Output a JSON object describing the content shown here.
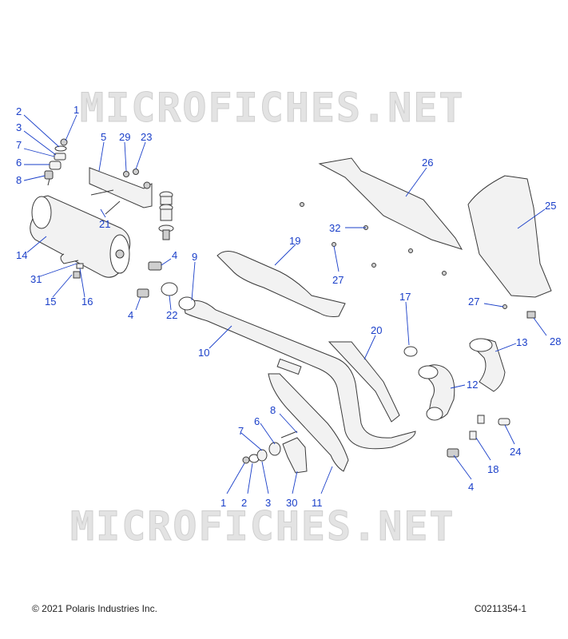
{
  "watermark": "MICROFICHES.NET",
  "footer": {
    "copyright": "© 2021 Polaris Industries Inc.",
    "drawing_number": "C0211354-1"
  },
  "callouts": [
    "1",
    "2",
    "3",
    "7",
    "6",
    "8",
    "5",
    "29",
    "23",
    "21",
    "14",
    "31",
    "15",
    "16",
    "4",
    "4",
    "22",
    "9",
    "10",
    "19",
    "32",
    "27",
    "26",
    "25",
    "17",
    "27",
    "28",
    "20",
    "13",
    "12",
    "24",
    "18",
    "4",
    "8",
    "6",
    "7",
    "1",
    "2",
    "3",
    "30",
    "11"
  ]
}
